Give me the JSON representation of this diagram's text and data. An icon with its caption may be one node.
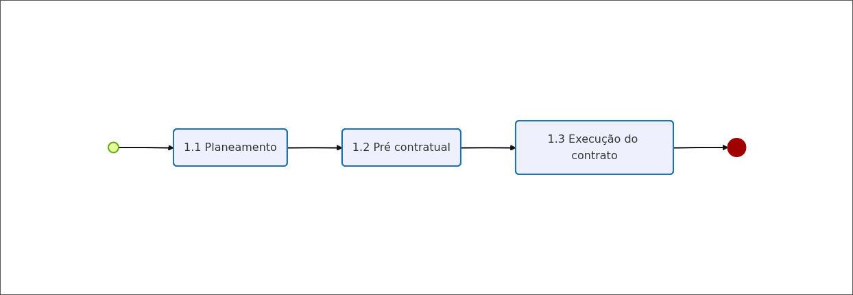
{
  "diagram": {
    "nodes": [
      {
        "text": [],
        "shape": "circle"
      },
      {
        "text": [
          "1.1 Planeamento"
        ]
      },
      {
        "text": [
          "1.2 Pré contratual"
        ]
      },
      {
        "text": [
          "1.3 Execução do contrato"
        ]
      },
      {
        "text": [],
        "shape": "circle"
      }
    ],
    "edges": [
      {
        "from": 0,
        "to": 1,
        "arrow": "to"
      },
      {
        "from": 1,
        "to": 2,
        "arrow": "to"
      },
      {
        "from": 2,
        "to": 3,
        "arrow": "to"
      },
      {
        "from": 3,
        "to": 4,
        "arrow": "to"
      }
    ]
  }
}
